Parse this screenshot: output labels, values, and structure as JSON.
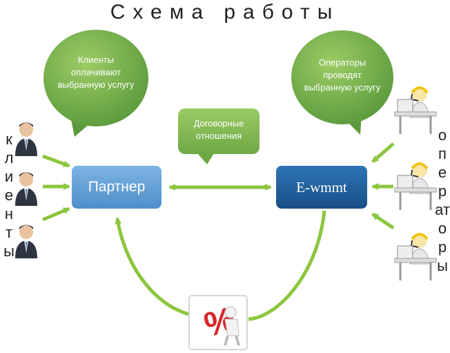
{
  "title": "Схема работы",
  "side_labels": {
    "clients": "клиенты",
    "operators": "операторы"
  },
  "bubbles": {
    "clients_pay": "Клиенты оплачивают выбранную услугу",
    "operators_provide": "Операторы проводят выбранную услугу",
    "contract": "Договорные отношения"
  },
  "nodes": {
    "partner": "Партнер",
    "ewmmt": "E-wmmt"
  },
  "colors": {
    "arrow_green": "#8cc63f",
    "bubble_green": "#6aa84f",
    "partner_blue": "#5b9bd5",
    "ewmmt_blue": "#1f5f99",
    "percent_red": "#d7262b"
  },
  "icons": {
    "client": "businessman-icon",
    "operator": "call-center-operator-icon",
    "percent": "percent-person-icon"
  }
}
